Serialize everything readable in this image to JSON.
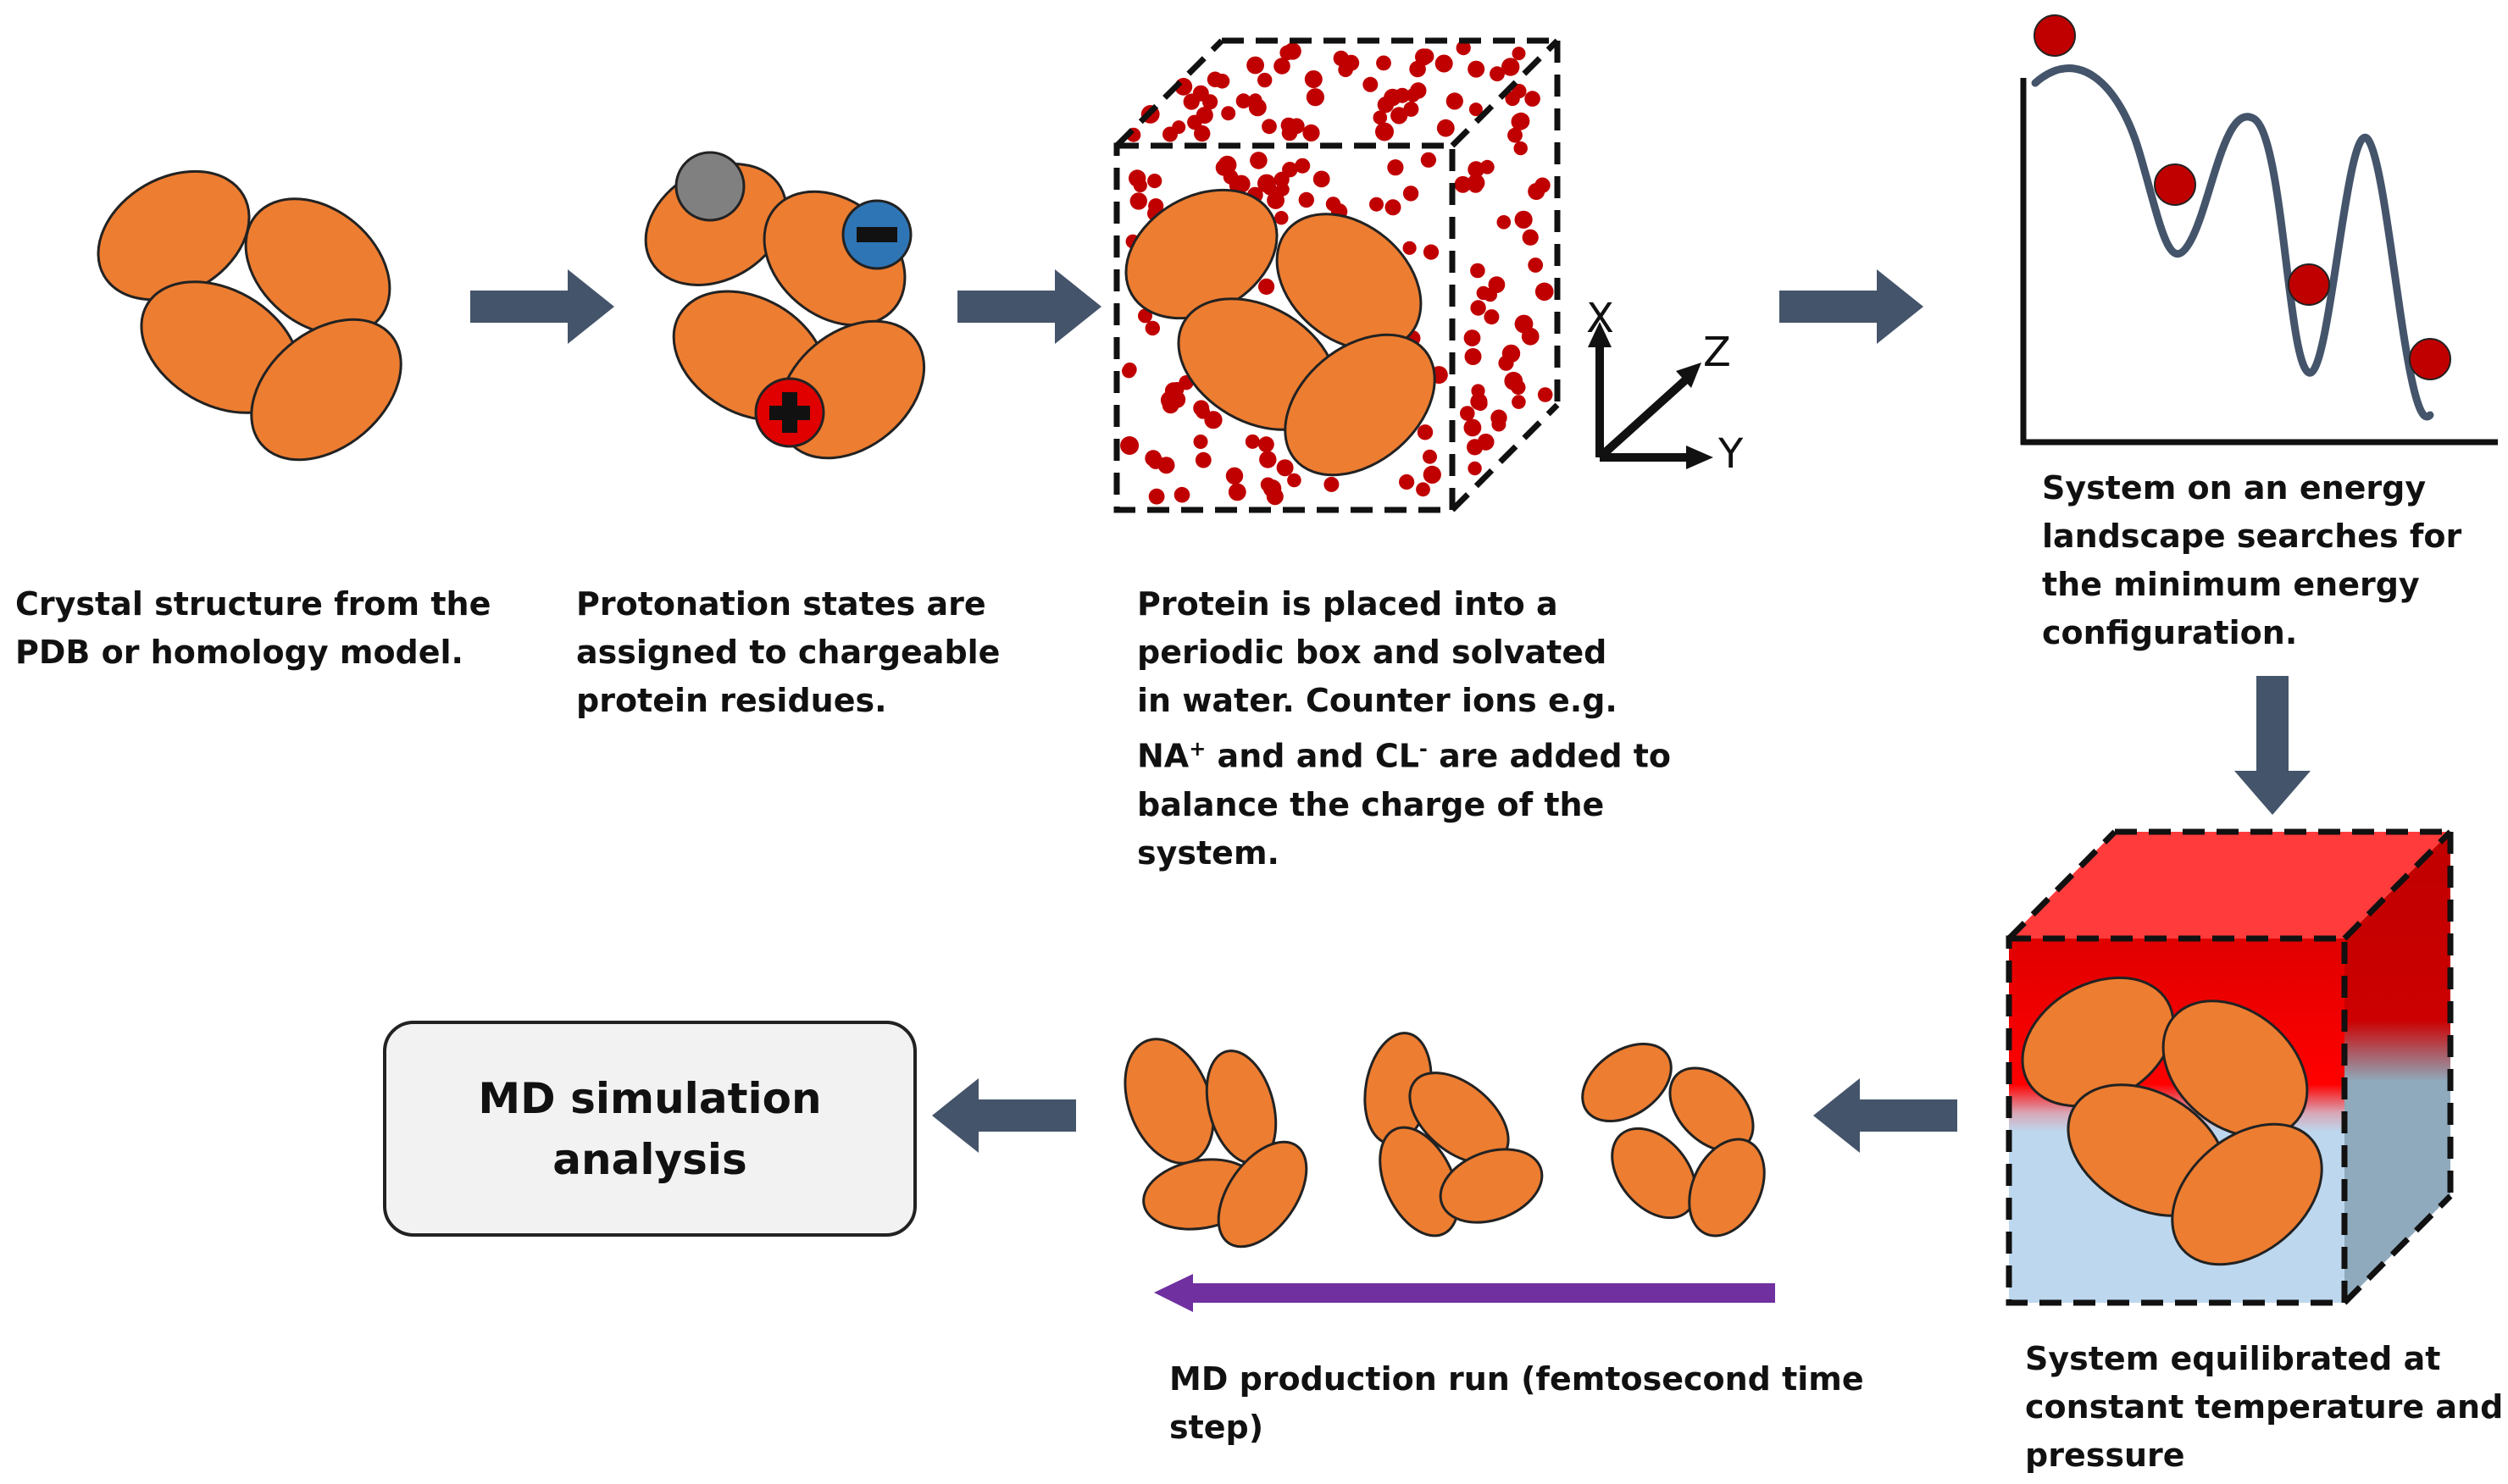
{
  "captions": {
    "step1": [
      "Crystal structure from the",
      "PDB or homology model."
    ],
    "step2": [
      "Protonation states are",
      "assigned to chargeable",
      "protein residues."
    ],
    "step3": [
      "Protein is placed into a",
      "periodic box and solvated",
      "in water. Counter ions e.g.",
      "NA",
      "and CL",
      "are added to",
      "balance the charge of the",
      "system."
    ],
    "step4": [
      "System on an energy",
      "landscape searches for",
      "the minimum energy",
      "configuration."
    ],
    "step5": [
      "System equilibrated at",
      "constant temperature and",
      "pressure"
    ],
    "step6": [
      "MD production run (femtosecond time",
      "step)"
    ]
  },
  "ion_charges": {
    "sodium": "+",
    "chloride": "-"
  },
  "axes": {
    "x": "X",
    "y": "Y",
    "z": "Z"
  },
  "residue_signs": {
    "positive": "+",
    "negative": "−"
  },
  "final_box": {
    "line1": "MD simulation",
    "line2": "analysis"
  },
  "colors": {
    "protein": "#ed7d31",
    "arrow": "#44546a",
    "water": "#c00000",
    "time_arrow": "#7030a0",
    "positive_residue": "#e00000",
    "negative_residue": "#2e75b6",
    "neutral_residue": "#808080",
    "hot": "#ff0000",
    "cold": "#bdd7ee",
    "landscape_curve": "#44546a",
    "landscape_ball": "#c00000"
  }
}
